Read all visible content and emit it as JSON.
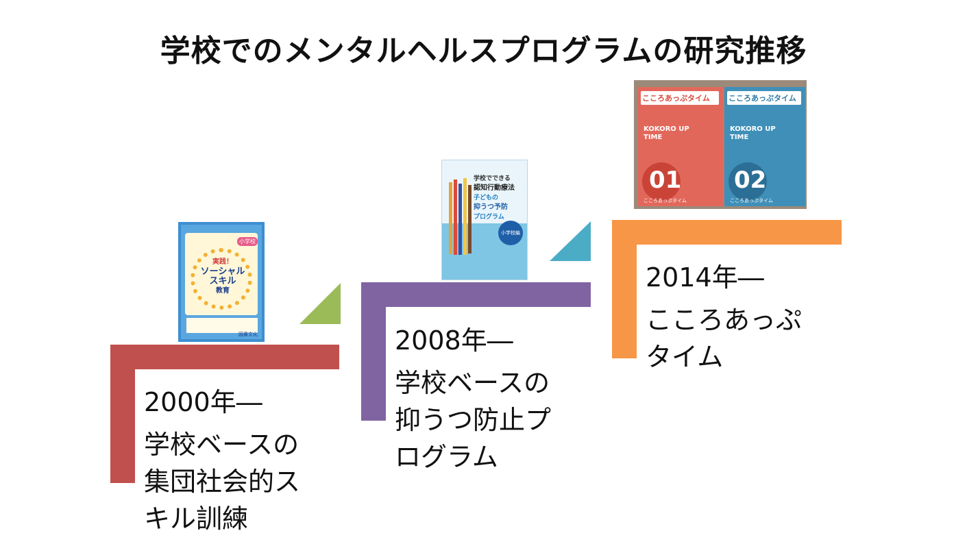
{
  "title": "学校でのメンタルヘルスプログラムの研究推移",
  "steps": [
    {
      "year": "2000年―",
      "text": "学校ベースの\n集団社会的ス\nキル訓練",
      "color": "#c0504d",
      "accent": "#9bbb59",
      "book": {
        "badge": "小学校",
        "title_lines": [
          "実践！",
          "ソーシャル",
          "スキル",
          "教育"
        ],
        "publisher": "図書文化"
      }
    },
    {
      "year": "2008年―",
      "text": "学校ベースの\n抑うつ防止プ\nログラム",
      "color": "#8064a2",
      "accent": "#4bacc6",
      "book": {
        "title_lines": [
          "学校でできる",
          "認知行動療法",
          "子どもの",
          "抑うつ予防",
          "プログラム"
        ],
        "badge": "小学校編"
      }
    },
    {
      "year": "2014年―",
      "text": "こころあっぷ\nタイム",
      "color": "#f79646",
      "book": {
        "title": "こころあっぷタイム",
        "subtitle": "KOKORO UP TIME",
        "numbers": [
          "01",
          "02"
        ],
        "foot": "こころあっぷタイム"
      }
    }
  ]
}
